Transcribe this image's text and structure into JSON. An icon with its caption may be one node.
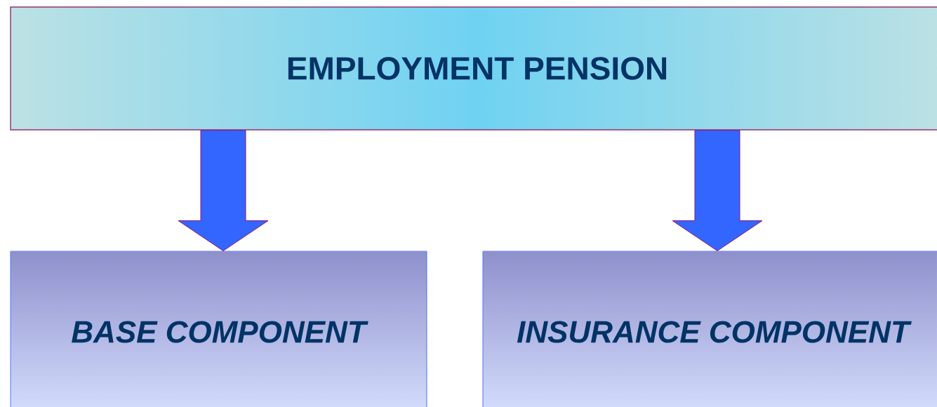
{
  "diagram": {
    "nodes": [
      {
        "text": [
          "EMPLOYMENT PENSION"
        ]
      },
      {
        "text": [
          "BASE COMPONENT"
        ]
      },
      {
        "text": [
          "INSURANCE COMPONENT"
        ]
      }
    ],
    "edges": [
      {
        "from": 0,
        "to": 1,
        "arrow": "to"
      },
      {
        "from": 0,
        "to": 2,
        "arrow": "to"
      }
    ]
  }
}
